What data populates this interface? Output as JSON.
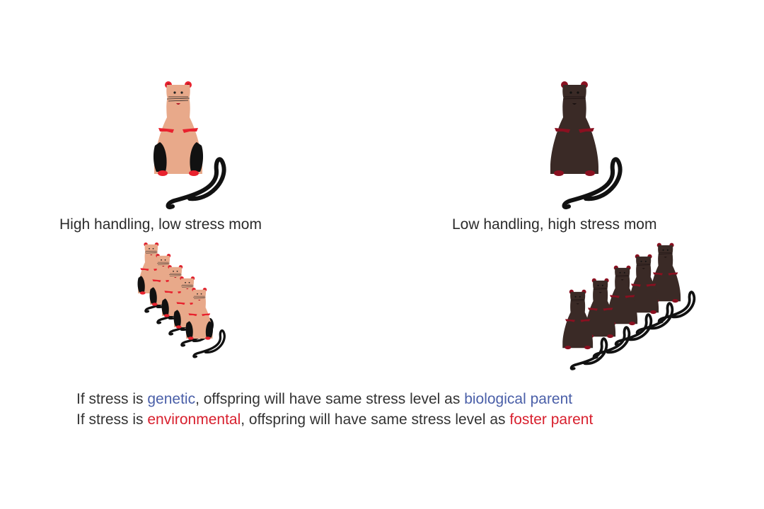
{
  "slide": {
    "left_panel": {
      "mother_label": "High handling, low stress mom",
      "mother_type": "light-rat",
      "offspring_count": 5
    },
    "right_panel": {
      "mother_label": "Low handling, high stress mom",
      "mother_type": "dark-rat",
      "offspring_count": 5
    },
    "captions": [
      {
        "prefix": "If stress is ",
        "keyword": "genetic",
        "middle": ", offspring will have same stress level as ",
        "target": "biological parent",
        "color": "#4a5fa8"
      },
      {
        "prefix": "If stress is ",
        "keyword": "environmental",
        "middle": ", offspring will have same stress level as ",
        "target": "foster parent",
        "color": "#d8202e"
      }
    ]
  },
  "colors": {
    "light_rat_body": "#e8a98a",
    "light_rat_accent": "#e8222e",
    "dark_rat_body": "#3a2a26",
    "dark_rat_accent": "#8a1020",
    "tail": "#111111",
    "genetic_blue": "#4a5fa8",
    "environmental_red": "#d8202e"
  }
}
